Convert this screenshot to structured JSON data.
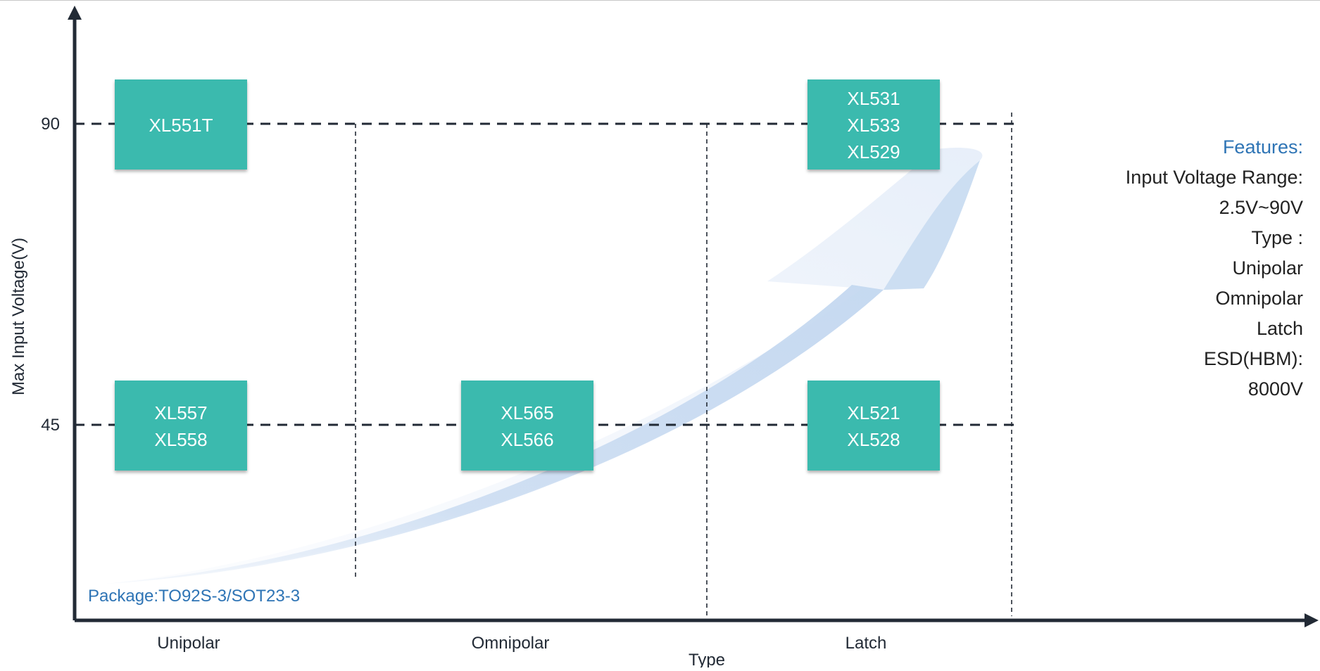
{
  "chart_data": {
    "type": "scatter",
    "title": "",
    "xlabel": "Type",
    "ylabel": "Max Input Voltage(V)",
    "categories": [
      "Unipolar",
      "Omnipolar",
      "Latch"
    ],
    "y_ticks": [
      "90",
      "45"
    ],
    "y_tick_values": [
      90,
      45
    ],
    "grid": "dashed reference lines at 45 and 90",
    "products": [
      {
        "type": "Unipolar",
        "max_input_voltage": 90,
        "parts": [
          "XL551T"
        ]
      },
      {
        "type": "Latch",
        "max_input_voltage": 90,
        "parts": [
          "XL531",
          "XL533",
          "XL529"
        ]
      },
      {
        "type": "Unipolar",
        "max_input_voltage": 45,
        "parts": [
          "XL557",
          "XL558"
        ]
      },
      {
        "type": "Omnipolar",
        "max_input_voltage": 45,
        "parts": [
          "XL565",
          "XL566"
        ]
      },
      {
        "type": "Latch",
        "max_input_voltage": 45,
        "parts": [
          "XL521",
          "XL528"
        ]
      }
    ],
    "box_color": "#3bbaae",
    "axis_color": "#222a35",
    "annotation": "Package:TO92S-3/SOT23-3"
  },
  "features": {
    "title": "Features:",
    "lines": [
      "Input Voltage Range:",
      "2.5V~90V",
      "Type :",
      "Unipolar",
      "Omnipolar",
      "Latch",
      "ESD(HBM):",
      "8000V"
    ]
  }
}
